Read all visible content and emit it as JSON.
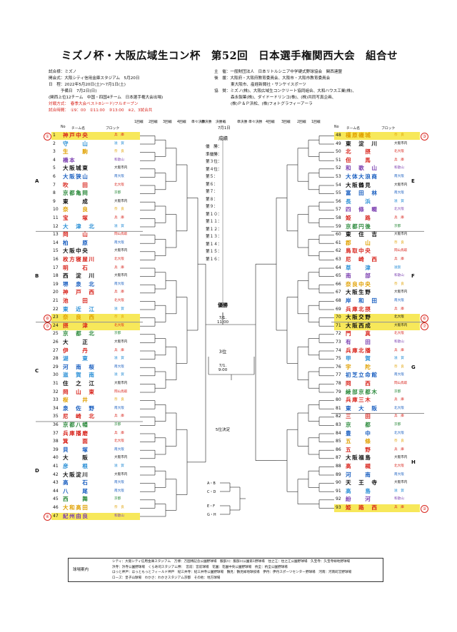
{
  "title": "ミズノ杯・大阪広域生コン杯　第52回　日本選手権関西大会　組合せ",
  "info_left": [
    "試合様：ミズノ",
    "開会式：大阪シティ信用金庫スタジアム　5月20日",
    "日　程：2022年5月20日(土)〜7月1日(土)",
    "　　　予備日　7月2日(日)",
    "(関西上位12チーム　中国・四国4チーム　日本選手権大会出場)"
  ],
  "seeds_label": "対戦方式：　春季大会ベスト8シード/フルオープン",
  "times_label": "試合時間：　①9：00　②11:00　③13:00　※2、3試合共",
  "info_right": [
    {
      "key": "主　催：",
      "val": "一般財団法人　日本リトルシニア中学硬式野球協会　関西連盟"
    },
    {
      "key": "後　援：",
      "val": "大阪府・大阪府教育委員会、大阪市・大阪市教育委員会"
    },
    {
      "key": "",
      "val": "東大阪市、産経新聞社・サンケイスポーツ"
    },
    {
      "key": "協　賛：",
      "val": "ミズノ(株)、大阪広域生コンクリート協同組合、大和ハウス工業(株)、"
    },
    {
      "key": "",
      "val": "森永製菓(株)、ダイドードリンコ(株)、(株)共同写真企画、"
    },
    {
      "key": "",
      "val": "(株)Ｐ＆Ｐ浜松、(株)フォトグラフィーアーラ"
    }
  ],
  "rounds_left": [
    "1回戦",
    "2回戦",
    "3回戦",
    "4回戦",
    "準々決勝",
    "準決勝"
  ],
  "rounds_right": [
    "準決勝",
    "準々決勝",
    "4回戦",
    "3回戦",
    "2回戦",
    "1回戦"
  ],
  "final_label": "決勝戦",
  "final_date": "7月1日",
  "col_no": "No",
  "col_team": "チーム名",
  "col_block": "ブロック",
  "results_title": "成績",
  "results": [
    "優　勝：",
    "準優勝：",
    "第３位：",
    "第４位：",
    "第５：",
    "第６：",
    "第７：",
    "第８：",
    "第９：",
    "第１０：",
    "第１１：",
    "第１２：",
    "第１３：",
    "第１４：",
    "第１５：",
    "第１６："
  ],
  "champion_label": "優勝",
  "final_time": "7/1.\n11:00",
  "third_label": "3位",
  "third_time": "7/1.\n9:00",
  "fifth_label": "5位決定",
  "fifth_matches": [
    "A・B",
    "C・D",
    "E・F",
    "G・H"
  ],
  "blocks": [
    "A",
    "B",
    "C",
    "D",
    "E",
    "F",
    "G",
    "H"
  ],
  "left_teams": [
    {
      "no": "1",
      "name": "神戸中央",
      "region": "兵　庫",
      "color": "#d8261e",
      "hl": true,
      "circle": "①"
    },
    {
      "no": "2",
      "name": "守　　山",
      "region": "滋　賀",
      "color": "#2a8fd6"
    },
    {
      "no": "3",
      "name": "生　　駒",
      "region": "奈　良",
      "color": "#e0a000"
    },
    {
      "no": "4",
      "name": "橋本",
      "region": "和歌山",
      "color": "#7b3fb0"
    },
    {
      "no": "5",
      "name": "大阪城東",
      "region": "大阪市内",
      "color": "#111"
    },
    {
      "no": "6",
      "name": "大阪狭山",
      "region": "南大阪",
      "color": "#1a5fc0"
    },
    {
      "no": "7",
      "name": "吹　　田",
      "region": "北大阪",
      "color": "#d8261e"
    },
    {
      "no": "8",
      "name": "京都亀岡",
      "region": "京都",
      "color": "#2e8b3e"
    },
    {
      "no": "9",
      "name": "東　　成",
      "region": "大阪市内",
      "color": "#111"
    },
    {
      "no": "10",
      "name": "奈　　良",
      "region": "奈　良",
      "color": "#e0a000"
    },
    {
      "no": "11",
      "name": "宝　　塚",
      "region": "兵　庫",
      "color": "#d8261e"
    },
    {
      "no": "12",
      "name": "大　津　北",
      "region": "滋　賀",
      "color": "#2a8fd6"
    },
    {
      "no": "13",
      "name": "岡　　山",
      "region": "岡山鳥取",
      "color": "#d8261e"
    },
    {
      "no": "14",
      "name": "柏　　原",
      "region": "南大阪",
      "color": "#1a5fc0"
    },
    {
      "no": "15",
      "name": "大阪中央",
      "region": "大阪市内",
      "color": "#111"
    },
    {
      "no": "16",
      "name": "枚方寝屋川",
      "region": "北大阪",
      "color": "#d8261e"
    },
    {
      "no": "17",
      "name": "明　　石",
      "region": "兵　庫",
      "color": "#d8261e"
    },
    {
      "no": "18",
      "name": "西　淀　川",
      "region": "大阪市内",
      "color": "#111"
    },
    {
      "no": "19",
      "name": "堺　泉　北",
      "region": "南大阪",
      "color": "#1a5fc0"
    },
    {
      "no": "20",
      "name": "神　戸　西",
      "region": "兵　庫",
      "color": "#d8261e"
    },
    {
      "no": "21",
      "name": "池　　田",
      "region": "北大阪",
      "color": "#d8261e"
    },
    {
      "no": "22",
      "name": "東　近　江",
      "region": "滋　賀",
      "color": "#2a8fd6"
    },
    {
      "no": "23",
      "name": "奈　良　西",
      "region": "奈　良",
      "color": "#e0a000",
      "hl": true,
      "circle": "⑧"
    },
    {
      "no": "24",
      "name": "摂　　津",
      "region": "北大阪",
      "color": "#d8261e",
      "hl": true,
      "circle": "⑤"
    },
    {
      "no": "25",
      "name": "京　都　北",
      "region": "京都",
      "color": "#2e8b3e"
    },
    {
      "no": "26",
      "name": "大　　正",
      "region": "大阪市内",
      "color": "#111"
    },
    {
      "no": "27",
      "name": "伊　　丹",
      "region": "兵　庫",
      "color": "#d8261e"
    },
    {
      "no": "28",
      "name": "湖　　東",
      "region": "滋　賀",
      "color": "#2a8fd6"
    },
    {
      "no": "29",
      "name": "河　南　桜",
      "region": "南大阪",
      "color": "#1a5fc0"
    },
    {
      "no": "30",
      "name": "滋　賀　南",
      "region": "滋　賀",
      "color": "#2a8fd6"
    },
    {
      "no": "31",
      "name": "住　之　江",
      "region": "大阪市内",
      "color": "#111"
    },
    {
      "no": "32",
      "name": "岡　山　東",
      "region": "岡山鳥取",
      "color": "#d8261e"
    },
    {
      "no": "33",
      "name": "桜　　井",
      "region": "奈　良",
      "color": "#e0a000"
    },
    {
      "no": "34",
      "name": "泉　佐　野",
      "region": "南大阪",
      "color": "#1a5fc0"
    },
    {
      "no": "35",
      "name": "尼　崎　北",
      "region": "兵　庫",
      "color": "#d8261e"
    },
    {
      "no": "36",
      "name": "京都八幡",
      "region": "京都",
      "color": "#2e8b3e"
    },
    {
      "no": "37",
      "name": "兵庫播磨",
      "region": "兵　庫",
      "color": "#d8261e"
    },
    {
      "no": "38",
      "name": "箕　　面",
      "region": "北大阪",
      "color": "#d8261e"
    },
    {
      "no": "39",
      "name": "貝　　塚",
      "region": "南大阪",
      "color": "#1a5fc0"
    },
    {
      "no": "40",
      "name": "大　　阪",
      "region": "大阪市内",
      "color": "#111"
    },
    {
      "no": "41",
      "name": "彦　　根",
      "region": "滋　賀",
      "color": "#2a8fd6"
    },
    {
      "no": "42",
      "name": "大阪淀川",
      "region": "大阪市内",
      "color": "#111"
    },
    {
      "no": "43",
      "name": "高　　石",
      "region": "南大阪",
      "color": "#1a5fc0"
    },
    {
      "no": "44",
      "name": "八　　尾",
      "region": "南大阪",
      "color": "#1a5fc0"
    },
    {
      "no": "45",
      "name": "西　　舞",
      "region": "京都",
      "color": "#2e8b3e"
    },
    {
      "no": "46",
      "name": "大和高田",
      "region": "奈　良",
      "color": "#e0a000"
    },
    {
      "no": "47",
      "name": "紀州由良",
      "region": "和歌山",
      "color": "#7b3fb0",
      "hl": true,
      "circle": "④"
    }
  ],
  "right_teams": [
    {
      "no": "48",
      "name": "橿原磯城",
      "region": "奈　良",
      "color": "#e0a000",
      "hl": true,
      "circle": "③"
    },
    {
      "no": "49",
      "name": "東　淀　川",
      "region": "大阪市内",
      "color": "#111"
    },
    {
      "no": "50",
      "name": "北　　摂",
      "region": "北大阪",
      "color": "#d8261e"
    },
    {
      "no": "51",
      "name": "但　　馬",
      "region": "兵　庫",
      "color": "#d8261e"
    },
    {
      "no": "52",
      "name": "和　歌　山",
      "region": "和歌山",
      "color": "#7b3fb0"
    },
    {
      "no": "53",
      "name": "大体大浪商",
      "region": "南大阪",
      "color": "#1a5fc0"
    },
    {
      "no": "54",
      "name": "大阪鶴見",
      "region": "大阪市内",
      "color": "#111"
    },
    {
      "no": "55",
      "name": "富　田　林",
      "region": "南大阪",
      "color": "#1a5fc0"
    },
    {
      "no": "56",
      "name": "長　　浜",
      "region": "滋　賀",
      "color": "#2a8fd6"
    },
    {
      "no": "57",
      "name": "四　條　畷",
      "region": "北大阪",
      "color": "#7b3fb0"
    },
    {
      "no": "58",
      "name": "姫　　路",
      "region": "兵　庫",
      "color": "#d8261e"
    },
    {
      "no": "59",
      "name": "京都円後",
      "region": "京都",
      "color": "#2e8b3e"
    },
    {
      "no": "60",
      "name": "東　住　吉",
      "region": "大阪市内",
      "color": "#111"
    },
    {
      "no": "61",
      "name": "郡　　山",
      "region": "奈　良",
      "color": "#e0a000"
    },
    {
      "no": "62",
      "name": "鳥取中央",
      "region": "岡山鳥取",
      "color": "#d8261e"
    },
    {
      "no": "63",
      "name": "尼　崎　西",
      "region": "兵　庫",
      "color": "#d8261e"
    },
    {
      "no": "64",
      "name": "草　　津",
      "region": "滋賀",
      "color": "#2a8fd6"
    },
    {
      "no": "65",
      "name": "南　　部",
      "region": "和歌山",
      "color": "#7b3fb0"
    },
    {
      "no": "66",
      "name": "奈良中央",
      "region": "奈　良",
      "color": "#e0a000"
    },
    {
      "no": "67",
      "name": "大阪生野",
      "region": "大阪市内",
      "color": "#111"
    },
    {
      "no": "68",
      "name": "岸　和　田",
      "region": "南大阪",
      "color": "#1a5fc0"
    },
    {
      "no": "69",
      "name": "兵庫北摂",
      "region": "兵　庫",
      "color": "#d8261e"
    },
    {
      "no": "70",
      "name": "大阪交野",
      "region": "北大阪",
      "color": "#111",
      "hl": true,
      "circle": "⑥"
    },
    {
      "no": "71",
      "name": "大阪西成",
      "region": "大阪市内",
      "color": "#111",
      "hl": true,
      "circle": "⑦"
    },
    {
      "no": "72",
      "name": "門　　真",
      "region": "北大阪",
      "color": "#d8261e"
    },
    {
      "no": "73",
      "name": "有　　田",
      "region": "和歌山",
      "color": "#7b3fb0"
    },
    {
      "no": "74",
      "name": "兵庫北播",
      "region": "兵　庫",
      "color": "#d8261e"
    },
    {
      "no": "75",
      "name": "甲　　賀",
      "region": "滋　賀",
      "color": "#2a8fd6"
    },
    {
      "no": "76",
      "name": "宇　　陀",
      "region": "奈　良",
      "color": "#e0a000"
    },
    {
      "no": "77",
      "name": "初芝立命館",
      "region": "南大阪",
      "color": "#1a5fc0"
    },
    {
      "no": "78",
      "name": "岡　　西",
      "region": "岡山鳥取",
      "color": "#d8261e"
    },
    {
      "no": "79",
      "name": "綾部京都木",
      "region": "京都",
      "color": "#2e8b3e"
    },
    {
      "no": "80",
      "name": "兵庫三木",
      "region": "兵　庫",
      "color": "#d8261e"
    },
    {
      "no": "81",
      "name": "東　大　阪",
      "region": "北大阪",
      "color": "#1a5fc0"
    },
    {
      "no": "82",
      "name": "三　　田",
      "region": "兵　庫",
      "color": "#d8261e"
    },
    {
      "no": "83",
      "name": "京　　都",
      "region": "京都",
      "color": "#2e8b3e"
    },
    {
      "no": "84",
      "name": "豊　　中",
      "region": "北大阪",
      "color": "#1a5fc0"
    },
    {
      "no": "85",
      "name": "五　　條",
      "region": "奈　良",
      "color": "#e0a000"
    },
    {
      "no": "86",
      "name": "五　　野",
      "region": "兵　庫",
      "color": "#d8261e"
    },
    {
      "no": "87",
      "name": "大阪福島",
      "region": "大阪市内",
      "color": "#111"
    },
    {
      "no": "88",
      "name": "高　　槻",
      "region": "北大阪",
      "color": "#d8261e"
    },
    {
      "no": "89",
      "name": "河　　南",
      "region": "南大阪",
      "color": "#1a5fc0"
    },
    {
      "no": "90",
      "name": "天　王　寺",
      "region": "大阪市内",
      "color": "#111"
    },
    {
      "no": "91",
      "name": "高　　島",
      "region": "滋　賀",
      "color": "#2a8fd6"
    },
    {
      "no": "92",
      "name": "紛　　河",
      "region": "和歌山",
      "color": "#7b3fb0"
    },
    {
      "no": "93",
      "name": "姫　路　西",
      "region": "兵　庫",
      "color": "#d8261e",
      "hl": true,
      "circle": "②"
    }
  ],
  "venue_label": "球場案内",
  "venues": [
    "シティ：大阪シティ信用金庫スタジアム　万博：万国博記念公園野球場　服部川：服部川公園第1野球場　住之江：住之江公園野球場　久宝寺：久宝寺緑地野球場",
    "浜寺：浜寺公園野球場　くら寿司スタジアム堺：　宮前：宮前球場　花園：花園中央公園野球場　杭全：杭全公園野球場",
    "ほっと神戸：ほっともっとフィールド神戸　紀三井寺：紀三井寺公園野球場　鶴見：鶴見緑地球技場　伊丹：伊丹スポーツセンター野球場　河南：河南町営野球場",
    "ローズ：皇子山球場　わかさ：わかさスタジアム京都　その他：地方球場"
  ]
}
